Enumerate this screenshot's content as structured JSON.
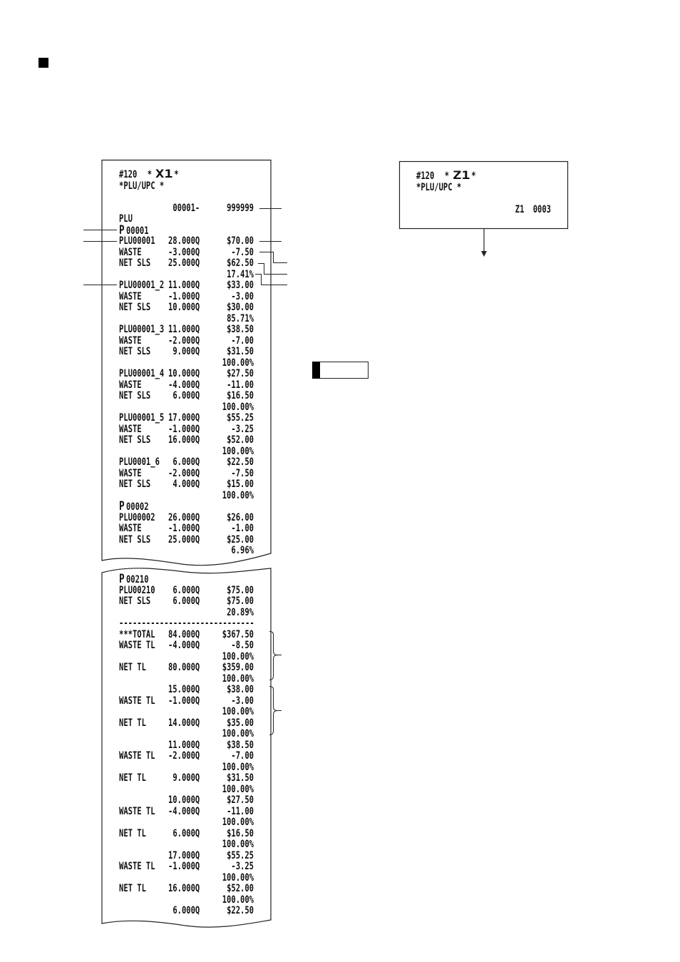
{
  "x_report": {
    "number": "#120",
    "mode_prefix": "*",
    "mode": "X1",
    "mode_suffix": "*",
    "subtitle": "*PLU/UPC *",
    "lines": [
      {
        "qty": "00001-",
        "amount": "999999"
      },
      {
        "label": "PLU"
      },
      {
        "label": "P00001"
      },
      {
        "label": "PLU00001",
        "qty": "28.000Q",
        "amount": "$70.00"
      },
      {
        "label": "WASTE",
        "qty": "-3.000Q",
        "amount": "-7.50"
      },
      {
        "label": "NET SLS",
        "qty": "25.000Q",
        "amount": "$62.50"
      },
      {
        "amount": "17.41%"
      },
      {
        "label": "PLU00001_2",
        "qty": "11.000Q",
        "amount": "$33.00"
      },
      {
        "label": "WASTE",
        "qty": "-1.000Q",
        "amount": "-3.00"
      },
      {
        "label": "NET SLS",
        "qty": "10.000Q",
        "amount": "$30.00"
      },
      {
        "amount": "85.71%"
      },
      {
        "label": "PLU00001_3",
        "qty": "11.000Q",
        "amount": "$38.50"
      },
      {
        "label": "WASTE",
        "qty": "-2.000Q",
        "amount": "-7.00"
      },
      {
        "label": "NET SLS",
        "qty": "9.000Q",
        "amount": "$31.50"
      },
      {
        "amount": "100.00%"
      },
      {
        "label": "PLU00001_4",
        "qty": "10.000Q",
        "amount": "$27.50"
      },
      {
        "label": "WASTE",
        "qty": "-4.000Q",
        "amount": "-11.00"
      },
      {
        "label": "NET SLS",
        "qty": "6.000Q",
        "amount": "$16.50"
      },
      {
        "amount": "100.00%"
      },
      {
        "label": "PLU00001_5",
        "qty": "17.000Q",
        "amount": "$55.25"
      },
      {
        "label": "WASTE",
        "qty": "-1.000Q",
        "amount": "-3.25"
      },
      {
        "label": "NET SLS",
        "qty": "16.000Q",
        "amount": "$52.00"
      },
      {
        "amount": "100.00%"
      },
      {
        "label": "PLU0001_6",
        "qty": "6.000Q",
        "amount": "$22.50"
      },
      {
        "label": "WASTE",
        "qty": "-2.000Q",
        "amount": "-7.50"
      },
      {
        "label": "NET SLS",
        "qty": "4.000Q",
        "amount": "$15.00"
      },
      {
        "amount": "100.00%"
      },
      {
        "label": "P00002"
      },
      {
        "label": "PLU00002",
        "qty": "26.000Q",
        "amount": "$26.00"
      },
      {
        "label": "WASTE",
        "qty": "-1.000Q",
        "amount": "-1.00"
      },
      {
        "label": "NET SLS",
        "qty": "25.000Q",
        "amount": "$25.00"
      },
      {
        "amount": "6.96%"
      }
    ]
  },
  "x_report_continued": {
    "lines": [
      {
        "label": "P00210"
      },
      {
        "label": "PLU00210",
        "qty": "6.000Q",
        "amount": "$75.00"
      },
      {
        "label": "NET SLS",
        "qty": "6.000Q",
        "amount": "$75.00"
      },
      {
        "amount": "20.89%"
      },
      {
        "label": "------------------------------"
      },
      {
        "label": "***TOTAL",
        "qty": "84.000Q",
        "amount": "$367.50"
      },
      {
        "label": "WASTE TL",
        "qty": "-4.000Q",
        "amount": "-8.50"
      },
      {
        "amount": "100.00%"
      },
      {
        "label": "NET TL",
        "qty": "80.000Q",
        "amount": "$359.00"
      },
      {
        "amount": "100.00%"
      },
      {
        "qty": "15.000Q",
        "amount": "$38.00"
      },
      {
        "label": "WASTE TL",
        "qty": "-1.000Q",
        "amount": "-3.00"
      },
      {
        "amount": "100.00%"
      },
      {
        "label": "NET TL",
        "qty": "14.000Q",
        "amount": "$35.00"
      },
      {
        "amount": "100.00%"
      },
      {
        "qty": "11.000Q",
        "amount": "$38.50"
      },
      {
        "label": "WASTE TL",
        "qty": "-2.000Q",
        "amount": "-7.00"
      },
      {
        "amount": "100.00%"
      },
      {
        "label": "NET TL",
        "qty": "9.000Q",
        "amount": "$31.50"
      },
      {
        "amount": "100.00%"
      },
      {
        "qty": "10.000Q",
        "amount": "$27.50"
      },
      {
        "label": "WASTE TL",
        "qty": "-4.000Q",
        "amount": "-11.00"
      },
      {
        "amount": "100.00%"
      },
      {
        "label": "NET TL",
        "qty": "6.000Q",
        "amount": "$16.50"
      },
      {
        "amount": "100.00%"
      },
      {
        "qty": "17.000Q",
        "amount": "$55.25"
      },
      {
        "label": "WASTE TL",
        "qty": "-1.000Q",
        "amount": "-3.25"
      },
      {
        "amount": "100.00%"
      },
      {
        "label": "NET TL",
        "qty": "16.000Q",
        "amount": "$52.00"
      },
      {
        "amount": "100.00%"
      },
      {
        "qty": "6.000Q",
        "amount": "$22.50"
      }
    ]
  },
  "z_report": {
    "number": "#120",
    "mode_prefix": "*",
    "mode": "Z1",
    "mode_suffix": "*",
    "subtitle": "*PLU/UPC *",
    "counter_label": "Z1",
    "counter_value": "0003"
  }
}
